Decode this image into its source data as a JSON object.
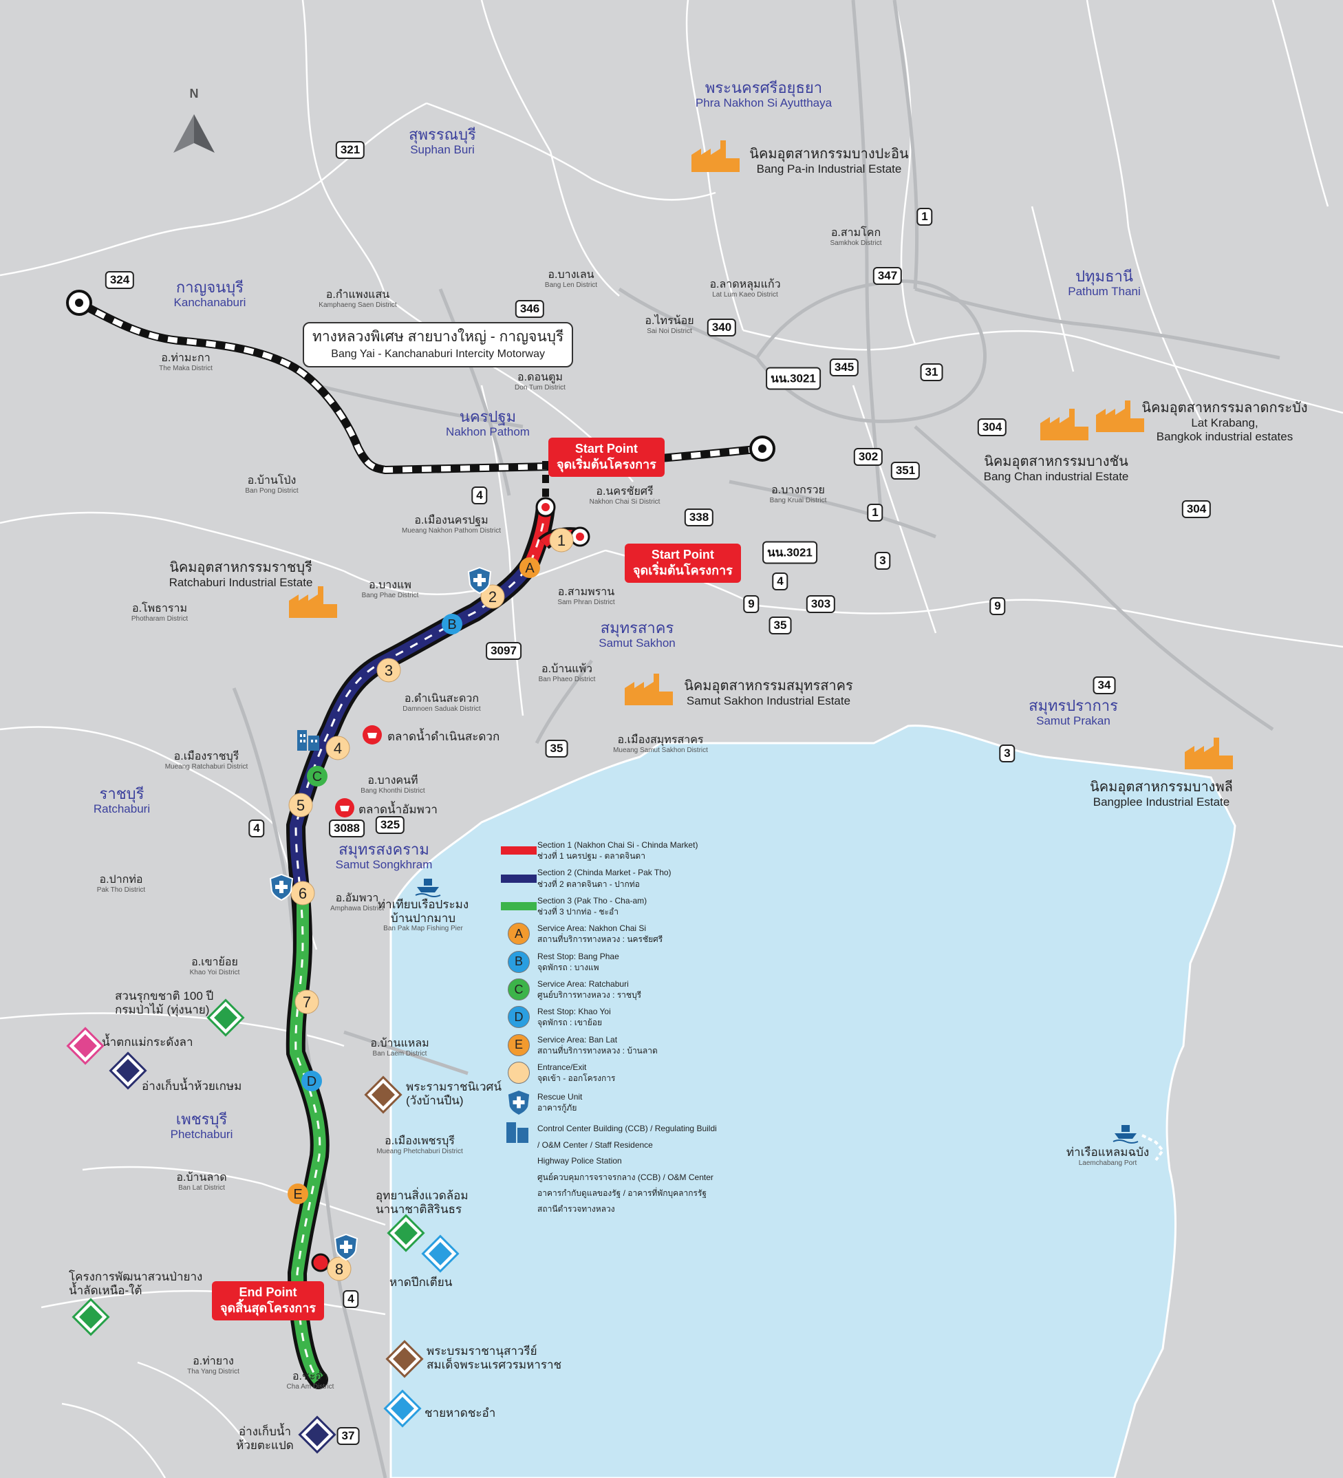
{
  "map_data": {
    "north_label": "N",
    "motorway_label": {
      "th": "ทางหลวงพิเศษ สายบางใหญ่ - กาญจนบุรี",
      "en": "Bang Yai - Kanchanaburi Intercity Motorway"
    },
    "callouts": {
      "start_top": {
        "en": "Start Point",
        "th": "จุดเริ่มต้นโครงการ"
      },
      "start_right": {
        "en": "Start Point",
        "th": "จุดเริ่มต้นโครงการ"
      },
      "end": {
        "en": "End Point",
        "th": "จุดสิ้นสุดโครงการ"
      }
    },
    "provinces": [
      {
        "th": "สุพรรณบุรี",
        "en": "Suphan Buri"
      },
      {
        "th": "พระนครศรีอยุธยา",
        "en": "Phra Nakhon Si Ayutthaya"
      },
      {
        "th": "กาญจนบุรี",
        "en": "Kanchanaburi"
      },
      {
        "th": "ปทุมธานี",
        "en": "Pathum Thani"
      },
      {
        "th": "นครปฐม",
        "en": "Nakhon Pathom"
      },
      {
        "th": "สมุทรสาคร",
        "en": "Samut Sakhon"
      },
      {
        "th": "สมุทรปราการ",
        "en": "Samut Prakan"
      },
      {
        "th": "ราชบุรี",
        "en": "Ratchaburi"
      },
      {
        "th": "สมุทรสงคราม",
        "en": "Samut Songkhram"
      },
      {
        "th": "เพชรบุรี",
        "en": "Phetchaburi"
      }
    ],
    "districts": [
      {
        "th": "อ.สามโคก",
        "en": "Samkhok District"
      },
      {
        "th": "อ.บางเลน",
        "en": "Bang Len District"
      },
      {
        "th": "อ.กำแพงแสน",
        "en": "Kamphaeng Saen District"
      },
      {
        "th": "อ.ลาดหลุมแก้ว",
        "en": "Lat Lum Kaeo District"
      },
      {
        "th": "อ.ไทรน้อย",
        "en": "Sai Noi District"
      },
      {
        "th": "อ.ท่ามะกา",
        "en": "The Maka District"
      },
      {
        "th": "อ.ดอนตูม",
        "en": "Don Tum District"
      },
      {
        "th": "อ.บ้านโป่ง",
        "en": "Ban Pong District"
      },
      {
        "th": "อ.นครชัยศรี",
        "en": "Nakhon Chai Si District"
      },
      {
        "th": "อ.บางกรวย",
        "en": "Bang Kruai District"
      },
      {
        "th": "อ.เมืองนครปฐม",
        "en": "Mueang Nakhon Pathom District"
      },
      {
        "th": "อ.บางแพ",
        "en": "Bang Phae District"
      },
      {
        "th": "อ.สามพราน",
        "en": "Sam Phran District"
      },
      {
        "th": "อ.โพธาราม",
        "en": "Photharam District"
      },
      {
        "th": "อ.บ้านแพ้ว",
        "en": "Ban Phaeo District"
      },
      {
        "th": "อ.ดำเนินสะดวก",
        "en": "Damnoen Saduak District"
      },
      {
        "th": "อ.เมืองสมุทรสาคร",
        "en": "Mueang Samut Sakhon District"
      },
      {
        "th": "อ.เมืองราชบุรี",
        "en": "Mueang Ratchaburi District"
      },
      {
        "th": "อ.บางคนที",
        "en": "Bang Khonthi District"
      },
      {
        "th": "อ.ปากท่อ",
        "en": "Pak Tho District"
      },
      {
        "th": "อ.อัมพวา",
        "en": "Amphawa District"
      },
      {
        "th": "อ.เขาย้อย",
        "en": "Khao Yoi District"
      },
      {
        "th": "อ.บ้านแหลม",
        "en": "Ban Laem District"
      },
      {
        "th": "อ.เมืองเพชรบุรี",
        "en": "Mueang Phetchaburi District"
      },
      {
        "th": "อ.บ้านลาด",
        "en": "Ban Lat District"
      },
      {
        "th": "อ.ท่ายาง",
        "en": "Tha Yang District"
      },
      {
        "th": "อ.ชะอำ",
        "en": "Cha Am District"
      }
    ],
    "industrial_estates": [
      {
        "th": "นิคมอุตสาหกรรมบางปะอิน",
        "en": "Bang Pa-in Industrial Estate"
      },
      {
        "th": "นิคมอุตสาหกรรมลาดกระบัง",
        "en": "Lat Krabang,",
        "en2": "Bangkok industrial estates"
      },
      {
        "th": "นิคมอุตสาหกรรมบางชัน",
        "en": "Bang Chan industrial Estate"
      },
      {
        "th": "นิคมอุตสาหกรรมราชบุรี",
        "en": "Ratchaburi Industrial Estate"
      },
      {
        "th": "นิคมอุตสาหกรรมสมุทรสาคร",
        "en": "Samut Sakhon Industrial Estate"
      },
      {
        "th": "นิคมอุตสาหกรรมบางพลี",
        "en": "Bangplee Industrial Estate"
      }
    ],
    "pois": [
      {
        "th": "ตลาดน้ำดำเนินสะดวก"
      },
      {
        "th": "ตลาดน้ำอัมพวา"
      },
      {
        "th": "ท่าเทียบเรือประมง",
        "th2": "บ้านปากมาบ",
        "en": "Ban Pak Map Fishing Pier"
      },
      {
        "th": "สวนรุกขชาติ 100 ปี",
        "th2": "กรมป่าไม้ (ทุ่งนาย)"
      },
      {
        "th": "น้ำตกแม่กระดังลา"
      },
      {
        "th": "อ่างเก็บน้ำห้วยเกษม"
      },
      {
        "th": "พระรามราชนิเวศน์",
        "th2": "(วังบ้านปืน)"
      },
      {
        "th": "อุทยานสิ่งแวดล้อม",
        "th2": "นานาชาติสิรินธร"
      },
      {
        "th": "หาดปึกเตียน"
      },
      {
        "th": "โครงการพัฒนาสวนป่ายาง",
        "th2": "น้ำลัดเหนือ-ใต้"
      },
      {
        "th": "พระบรมราชานุสาวรีย์",
        "th2": "สมเด็จพระนเรศวรมหาราช"
      },
      {
        "th": "ชายหาดชะอำ"
      },
      {
        "th": "อ่างเก็บน้ำ",
        "th2": "ห้วยตะแปด"
      },
      {
        "th": "ท่าเรือแหลมฉบัง",
        "en": "Laemchabang Port"
      }
    ],
    "road_shields": [
      "321",
      "324",
      "346",
      "340",
      "347",
      "345",
      "31",
      "1",
      "304",
      "302",
      "351",
      "304",
      "นน.3021",
      "4",
      "338",
      "1",
      "นน.3021",
      "3",
      "4",
      "9",
      "303",
      "35",
      "9",
      "3097",
      "34",
      "35",
      "3",
      "4",
      "3088",
      "325",
      "4",
      "37"
    ],
    "route_sections": [
      {
        "id": "section-1",
        "color": "#e8202a",
        "label": "Section 1 (Nakhon Chai Si - Chinda Market)",
        "label_th": "ช่วงที่ 1 นครปฐม - ตลาดจินดา"
      },
      {
        "id": "section-2",
        "color": "#262a7a",
        "label": "Section 2 (Chinda Market - Pak Tho)",
        "label_th": "ช่วงที่ 2 ตลาดจินดา - ปากท่อ"
      },
      {
        "id": "section-3",
        "color": "#3cb44a",
        "label": "Section 3 (Pak Tho - Cha-am)",
        "label_th": "ช่วงที่ 3 ปากท่อ - ชะอำ"
      }
    ],
    "route_markers": {
      "entrances": [
        "1",
        "2",
        "3",
        "4",
        "5",
        "6",
        "7",
        "8"
      ],
      "services": [
        {
          "code": "A",
          "color": "#f29a2e"
        },
        {
          "code": "B",
          "color": "#2a9ee0"
        },
        {
          "code": "C",
          "color": "#3cb44a"
        },
        {
          "code": "D",
          "color": "#2a9ee0"
        },
        {
          "code": "E",
          "color": "#f29a2e"
        }
      ]
    },
    "legend": {
      "items": [
        {
          "code": "A",
          "color": "#f29a2e",
          "en": "Service Area: Nakhon Chai Si",
          "th": "สถานที่บริการทางหลวง : นครชัยศรี"
        },
        {
          "code": "B",
          "color": "#2a9ee0",
          "en": "Rest Stop: Bang Phae",
          "th": "จุดพักรถ : บางแพ"
        },
        {
          "code": "C",
          "color": "#3cb44a",
          "en": "Service Area: Ratchaburi",
          "th": "ศูนย์บริการทางหลวง : ราชบุรี"
        },
        {
          "code": "D",
          "color": "#2a9ee0",
          "en": "Rest Stop: Khao Yoi",
          "th": "จุดพักรถ : เขาย้อย"
        },
        {
          "code": "E",
          "color": "#f29a2e",
          "en": "Service Area: Ban Lat",
          "th": "สถานที่บริการทางหลวง : บ้านลาด"
        }
      ],
      "entrance": {
        "en": "Entrance/Exit",
        "th": "จุดเข้า - ออกโครงการ"
      },
      "rescue": {
        "en": "Rescue Unit",
        "th": "อาคารกู้ภัย"
      },
      "ccb_lines": [
        "Control Center Building (CCB) / Regulating Buildi",
        "/ O&M Center / Staff Residence",
        "Highway Police Station",
        "ศูนย์ควบคุมการจราจรกลาง (CCB) / O&M Center",
        "อาคารกำกับดูแลของรัฐ / อาคารที่พักบุคลากรรัฐ",
        "สถานีตำรวจทางหลวง"
      ]
    },
    "colors": {
      "land": "#d3d4d6",
      "sea": "#c6e6f4",
      "road": "#ffffff",
      "province_label": "#3a3f9c",
      "accent_red": "#e8202a",
      "industry_orange": "#f29a2e"
    }
  }
}
